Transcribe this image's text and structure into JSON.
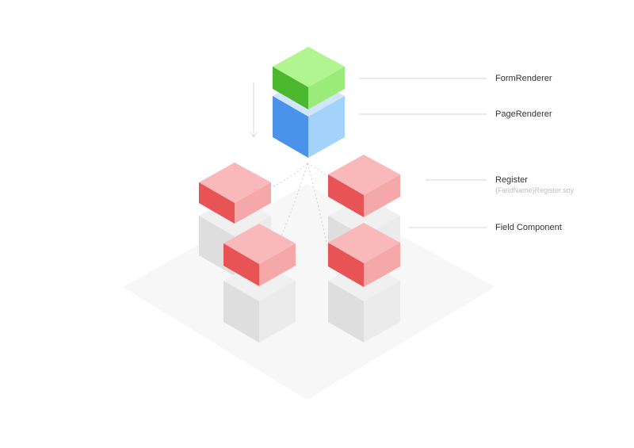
{
  "labels": {
    "form_renderer": "FormRenderer",
    "page_renderer": "PageRenderer",
    "register": "Register",
    "register_sub": "{FieldName}Register.soy",
    "field_component": "Field Component"
  },
  "colors": {
    "green_top": "#b0f58f",
    "green_left": "#4cb82f",
    "green_right": "#9beb7a",
    "blue_top": "#cfe6fb",
    "blue_left": "#4a92ea",
    "blue_right": "#a3d2fb",
    "red_top": "#f9b8ba",
    "red_left": "#e85356",
    "red_right": "#f5a8aa",
    "gray_top": "#f0f0f0",
    "gray_left": "#dedede",
    "gray_right": "#ebebeb",
    "platform": "#f7f7f7",
    "leader_line": "#d6d6d6",
    "label_text": "#333333",
    "sublabel_text": "#bdbdbd"
  }
}
